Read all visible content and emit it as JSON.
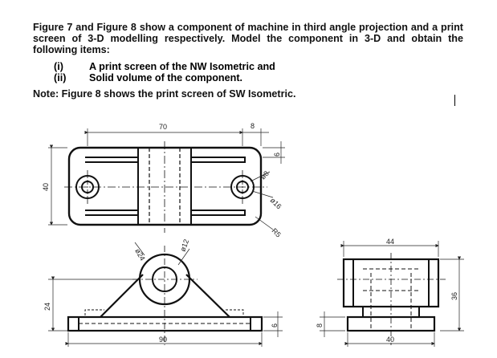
{
  "intro_text": "Figure 7 and Figure 8 show a component of machine in third angle projection and a print screen of 3-D modelling respectively. Model the component in 3-D and obtain the following items:",
  "items": [
    {
      "num": "(i)",
      "text": "A print screen of the NW Isometric and"
    },
    {
      "num": "(ii)",
      "text": "Solid volume of the component."
    }
  ],
  "note": "Note: Figure 8 shows the print screen of SW Isometric.",
  "dimensions": {
    "top_width": "70",
    "top_slot": "8",
    "top_edge": "6",
    "hole_small": "ø8",
    "hole_large": "ø16",
    "radius": "R5",
    "height_left": "40",
    "boss_outer": "ø24",
    "boss_inner": "ø12",
    "front_height": "24",
    "base_thickness": "6",
    "base_width": "90",
    "side_width_top": "44",
    "side_height": "36",
    "side_base": "8",
    "side_width_bottom": "40"
  }
}
